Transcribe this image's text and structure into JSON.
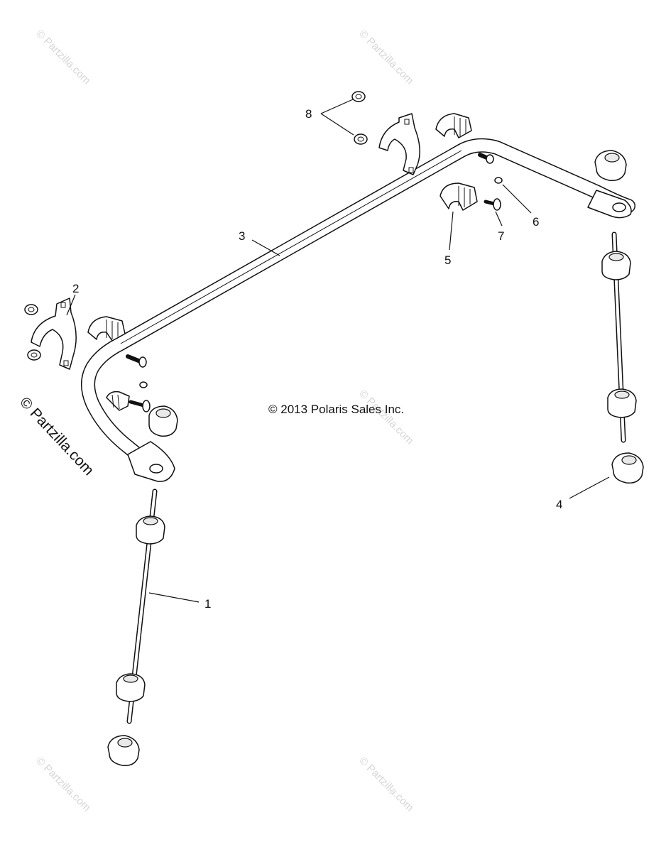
{
  "copyright": "© 2013 Polaris Sales Inc.",
  "side_watermark": "© Partzilla.com",
  "faint_watermark": "© Partzilla.com",
  "part_labels": [
    "1",
    "2",
    "3",
    "4",
    "5",
    "6",
    "7",
    "8"
  ]
}
